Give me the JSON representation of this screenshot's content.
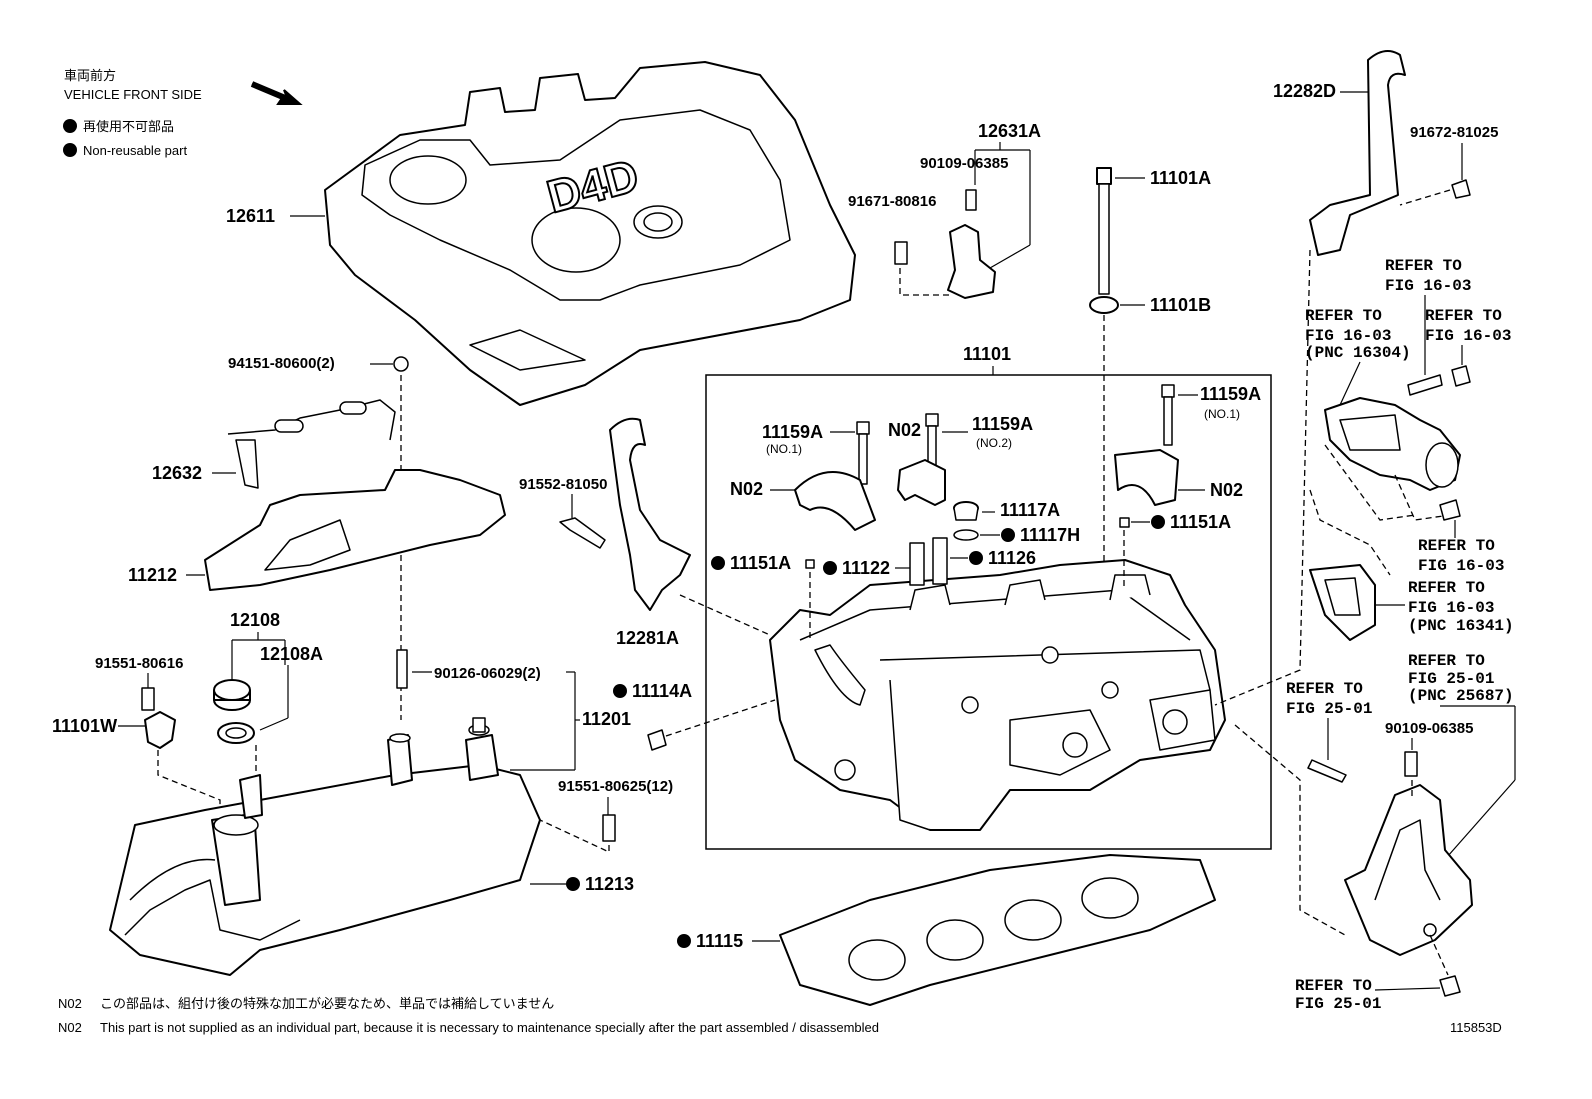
{
  "legend": {
    "front_jp": "車両前方",
    "front_en": "VEHICLE FRONT SIDE",
    "nonreuse_jp": "再使用不可部品",
    "nonreuse_en": "Non-reusable part"
  },
  "cover_emblem": "D4D",
  "labels": {
    "p12611": "12611",
    "p12631A": "12631A",
    "p90109_06385_top": "90109-06385",
    "p91671_80816": "91671-80816",
    "p94151_80600": "94151-80600(2)",
    "p12632": "12632",
    "p11212": "11212",
    "p12108": "12108",
    "p12108A": "12108A",
    "p91551_80616": "91551-80616",
    "p11101W": "11101W",
    "p90126_06029": "90126-06029(2)",
    "p11201": "11201",
    "p91551_80625": "91551-80625(12)",
    "p11213": "11213",
    "p91552_81050": "91552-81050",
    "p12281A": "12281A",
    "p11114A": "11114A",
    "p11101A": "11101A",
    "p11101B": "11101B",
    "p11101": "11101",
    "p11159A_left": "11159A",
    "p11159A_left_sub": "(NO.1)",
    "p11159A_mid": "11159A",
    "p11159A_mid_sub": "(NO.2)",
    "p11159A_right": "11159A",
    "p11159A_right_sub": "(NO.1)",
    "pN02_top": "N02",
    "pN02_left": "N02",
    "pN02_right": "N02",
    "p11117A": "11117A",
    "p11117H": "11117H",
    "p11151A_left": "11151A",
    "p11151A_right": "11151A",
    "p11122": "11122",
    "p11126": "11126",
    "p11115": "11115",
    "p12282D": "12282D",
    "p91672_81025": "91672-81025",
    "p90109_06385_right": "90109-06385"
  },
  "refs": {
    "r1_l1": "REFER TO",
    "r1_l2": "FIG 16-03",
    "r2_l1": "REFER TO",
    "r2_l2": "FIG 16-03",
    "r2_l3": "(PNC 16304)",
    "r3_l1": "REFER TO",
    "r3_l2": "FIG 16-03",
    "r4_l1": "REFER TO",
    "r4_l2": "FIG 16-03",
    "r5_l1": "REFER TO",
    "r5_l2": "FIG 16-03",
    "r5_l3": "(PNC 16341)",
    "r6_l1": "REFER TO",
    "r6_l2": "FIG 25-01",
    "r6_l3": "(PNC 25687)",
    "r7_l1": "REFER TO",
    "r7_l2": "FIG 25-01",
    "r8_l1": "REFER TO",
    "r8_l2": "FIG 25-01"
  },
  "footnotes": {
    "jp_code": "N02",
    "jp_text": "この部品は、組付け後の特殊な加工が必要なため、単品では補給していません",
    "en_code": "N02",
    "en_text": "This part is not supplied as an individual part, because it is necessary to maintenance specially after the part assembled / disassembled"
  },
  "figure_id": "115853D"
}
